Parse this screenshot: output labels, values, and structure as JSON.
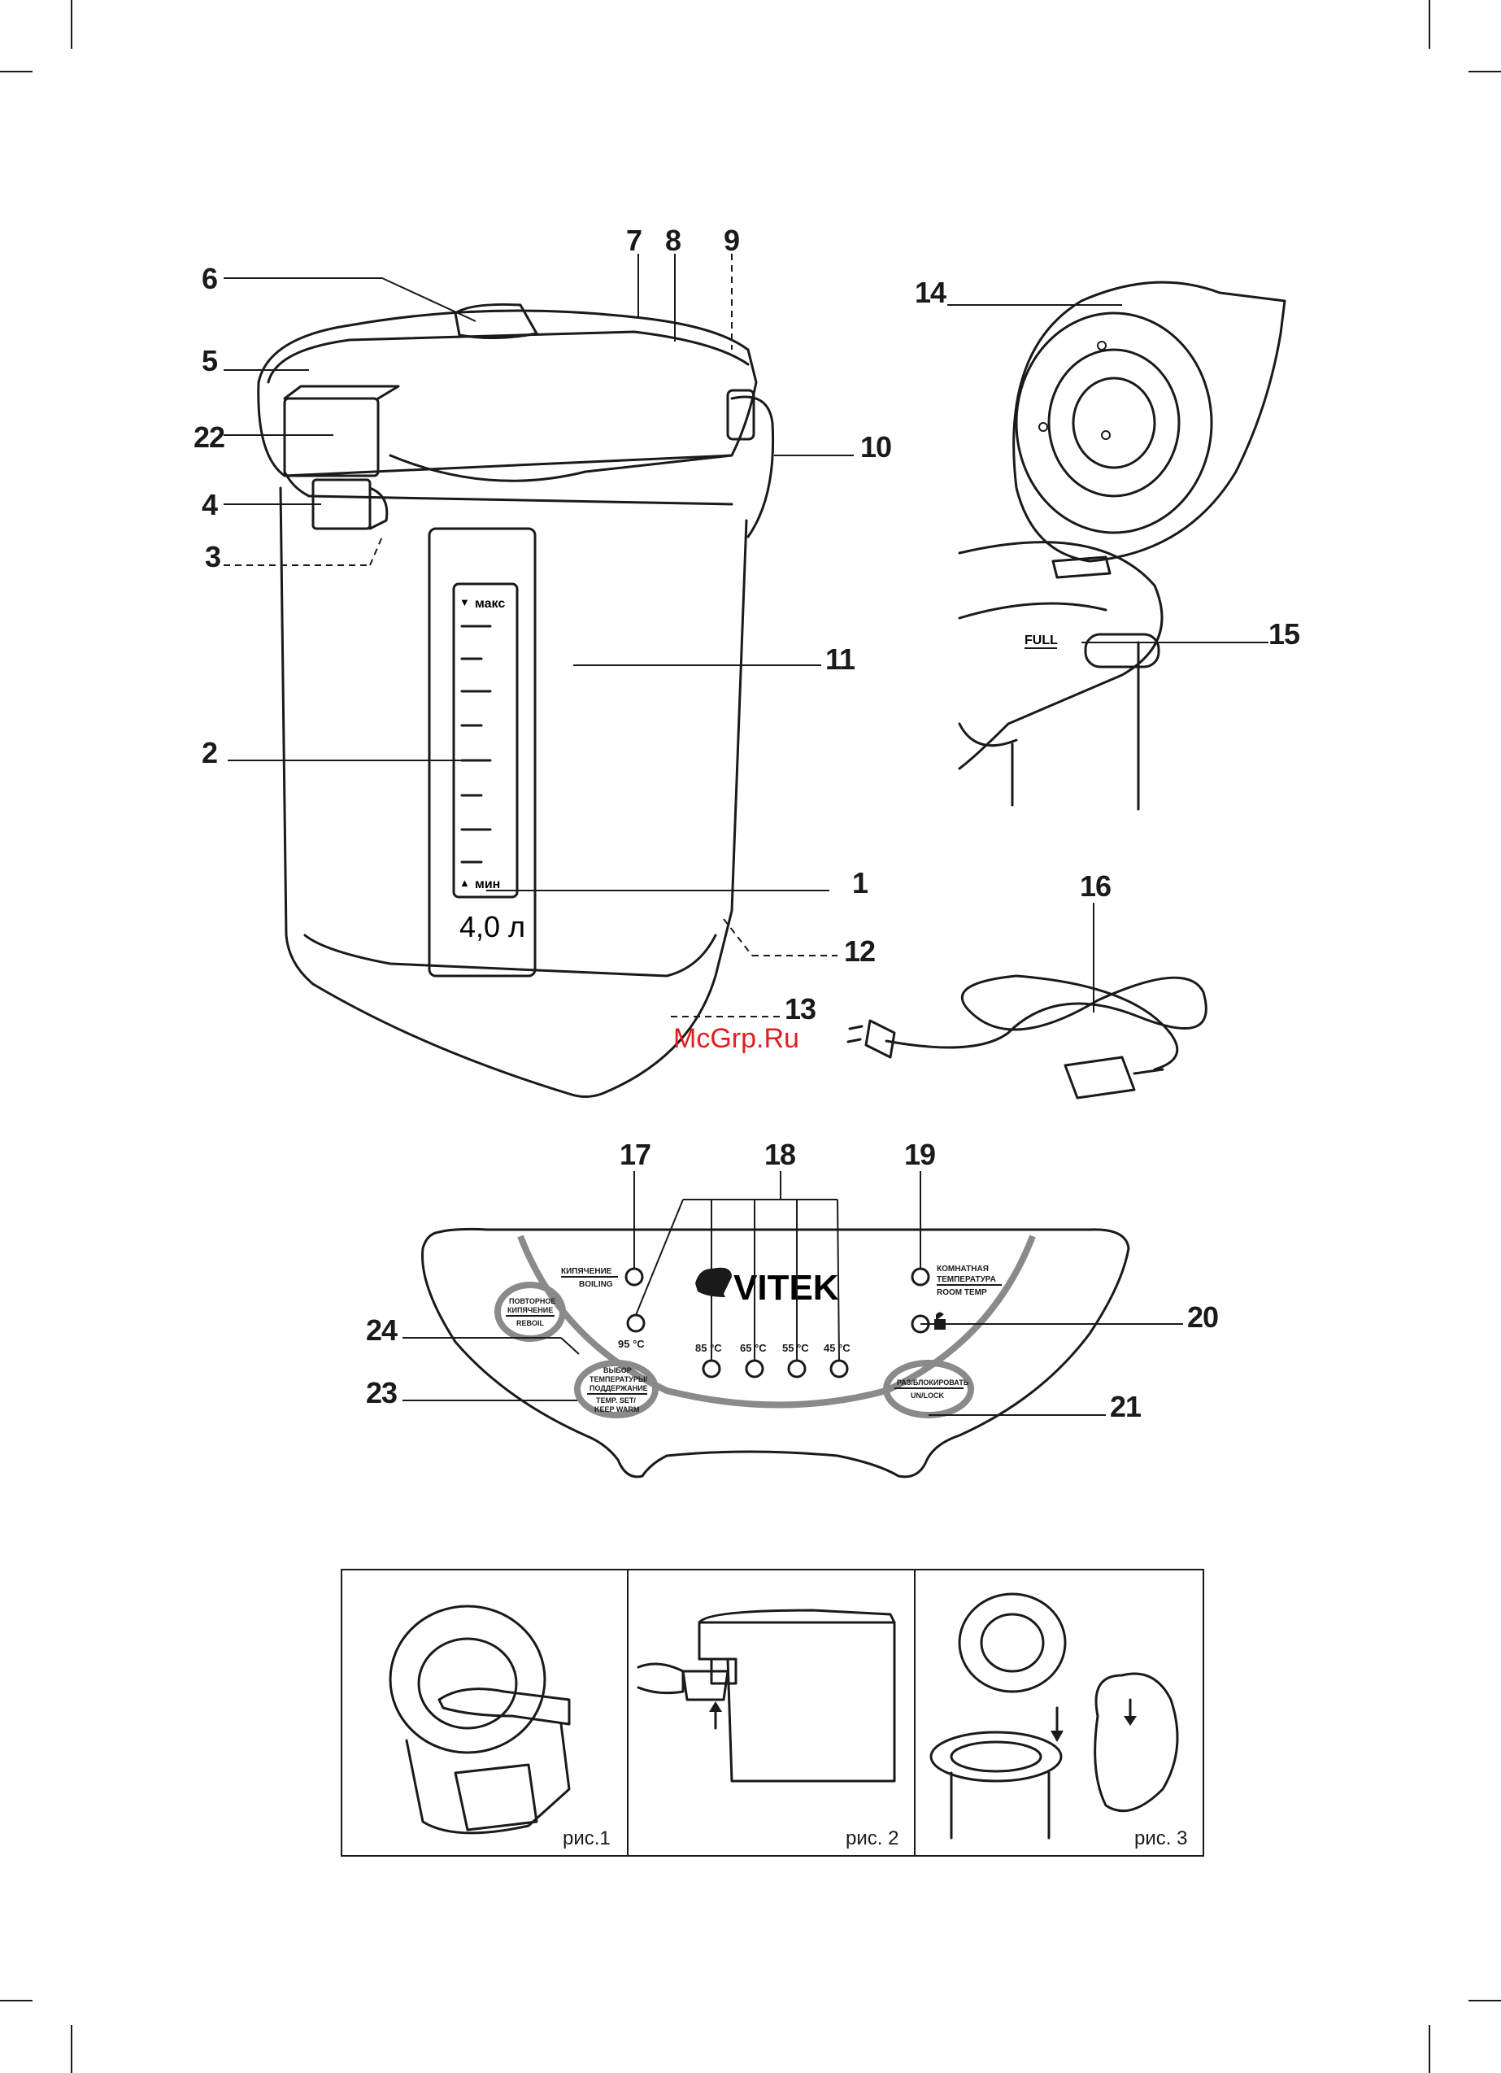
{
  "callouts": {
    "n1": "1",
    "n2": "2",
    "n3": "3",
    "n4": "4",
    "n5": "5",
    "n6": "6",
    "n7": "7",
    "n8": "8",
    "n9": "9",
    "n10": "10",
    "n11": "11",
    "n12": "12",
    "n13": "13",
    "n14": "14",
    "n15": "15",
    "n16": "16",
    "n17": "17",
    "n18": "18",
    "n19": "19",
    "n20": "20",
    "n21": "21",
    "n22": "22",
    "n23": "23",
    "n24": "24"
  },
  "gauge": {
    "max": "макс",
    "min": "мин",
    "volume": "4,0 л"
  },
  "inner": {
    "full": "FULL"
  },
  "panel": {
    "brand": "VITEK",
    "boiling_ru": "КИПЯЧЕНИЕ",
    "boiling_en": "BOILING",
    "reboil_ru1": "ПОВТОРНОЕ",
    "reboil_ru2": "КИПЯЧЕНИЕ",
    "reboil_en": "REBOIL",
    "tempset_ru1": "ВЫБОР",
    "tempset_ru2": "ТЕМПЕРАТУРЫ/",
    "tempset_ru3": "ПОДДЕРЖАНИЕ",
    "tempset_en1": "TEMP. SET/",
    "tempset_en2": "KEEP WARM",
    "roomtemp_ru1": "КОМНАТНАЯ",
    "roomtemp_ru2": "ТЕМПЕРАТУРА",
    "roomtemp_en": "ROOM TEMP",
    "unlock_ru": "РАЗ/БЛОКИРОВАТЬ",
    "unlock_en": "UN/LOCK",
    "t95": "95 °C",
    "t85": "85 °C",
    "t65": "65 °C",
    "t55": "55 °C",
    "t45": "45 °C"
  },
  "figures": {
    "fig1": "рис.1",
    "fig2": "рис. 2",
    "fig3": "рис. 3"
  },
  "watermark": "McGrp.Ru",
  "colors": {
    "ink": "#1a1a1a",
    "panel_grey": "#8a8a8a",
    "watermark": "#e02020"
  }
}
